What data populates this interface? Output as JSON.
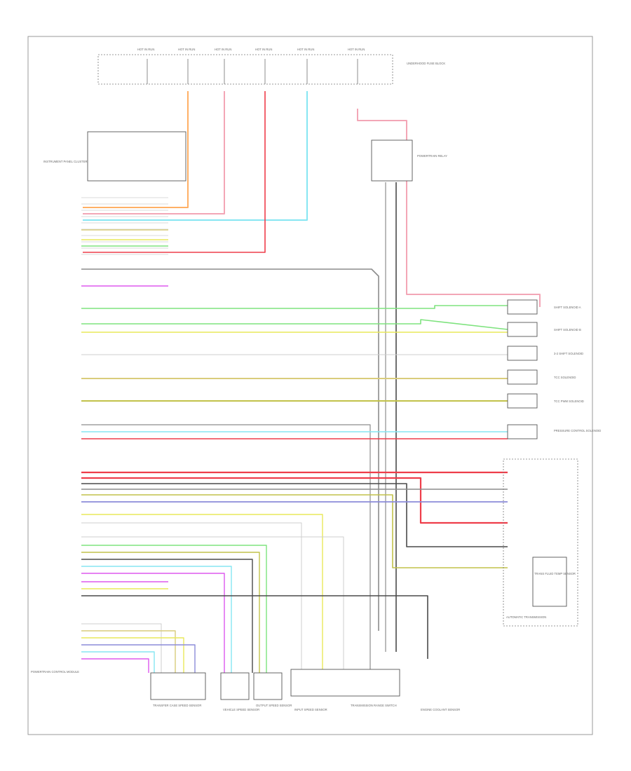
{
  "diagram": {
    "figure_id": "",
    "colors": {
      "orange": "#ffb066",
      "pink": "#f3a6b6",
      "red": "#ee3d4a",
      "cyan": "#86e6f2",
      "yellow": "#e9e85a",
      "green": "#7ee37e",
      "violet": "#dd59ee",
      "tan": "#d9cc7c",
      "olive": "#c2c24a",
      "blue": "#8b8bd9",
      "gray": "#8c8c8c",
      "dark": "#4a4a4a",
      "lightgray": "#cfcfcf"
    },
    "fuse_labels": [
      "HOT IN RUN",
      "HOT IN RUN",
      "HOT IN RUN",
      "HOT IN RUN",
      "HOT IN RUN",
      "HOT IN RUN"
    ],
    "fuse_block_label": "UNDERHOOD FUSE BLOCK",
    "cluster_label": "INSTRUMENT PANEL CLUSTER",
    "pcm_label": "POWERTRAIN CONTROL MODULE",
    "relay_label": "POWERTRAIN RELAY",
    "pin_labels": [
      "",
      "",
      "",
      "",
      "",
      "",
      "",
      "",
      "",
      "",
      "",
      "",
      "",
      "",
      "",
      "",
      "",
      "",
      "",
      "",
      "",
      "",
      "",
      "",
      "",
      "",
      "",
      "",
      "",
      "",
      "",
      "",
      "",
      "",
      "",
      "",
      "",
      "",
      "",
      ""
    ],
    "valve_labels": [
      "SHIFT SOLENOID A",
      "SHIFT SOLENOID B",
      "3-2 SHIFT SOLENOID",
      "TCC SOLENOID",
      "TCC PWM SOLENOID",
      "PRESSURE CONTROL SOLENOID"
    ],
    "sensor_labels": [
      "TRANSFER CASE SPEED SENSOR",
      "VEHICLE SPEED SENSOR",
      "OUTPUT SPEED SENSOR",
      "INPUT SPEED SENSOR",
      "TRANSMISSION RANGE SWITCH",
      "ENGINE COOLANT SENSOR"
    ],
    "trans_label": "AUTOMATIC TRANSMISSION",
    "fluid_temp_label": "TRANS FLUID TEMP SENSOR"
  }
}
